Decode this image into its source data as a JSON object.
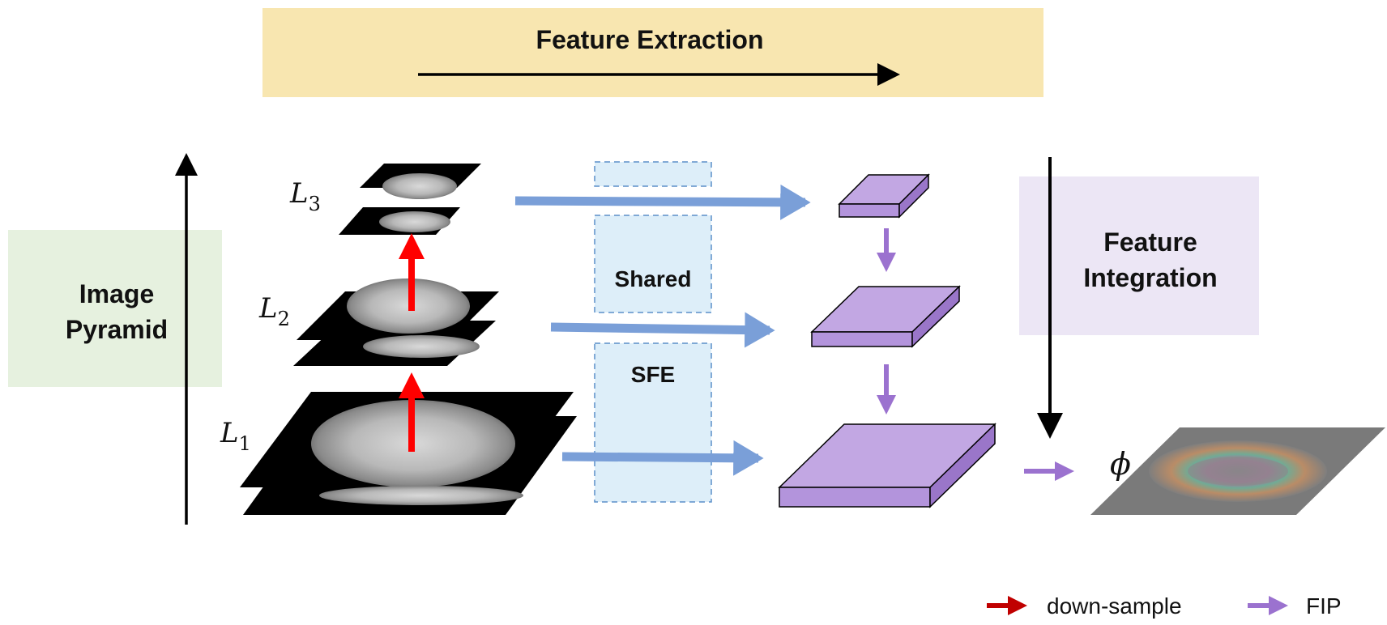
{
  "title_banner": {
    "text": "Feature Extraction"
  },
  "image_pyramid": {
    "line1": "Image",
    "line2": "Pyramid"
  },
  "levels": [
    {
      "base": "L",
      "sub": "3"
    },
    {
      "base": "L",
      "sub": "2"
    },
    {
      "base": "L",
      "sub": "1"
    }
  ],
  "sfe_block": {
    "top_label": "Shared",
    "bottom_label": "SFE"
  },
  "feature_integration": {
    "line1": "Feature",
    "line2": "Integration"
  },
  "output_symbol": "ϕ",
  "legend": [
    {
      "label": "down-sample",
      "color": "#c00000"
    },
    {
      "label": "FIP",
      "color": "#9b72cf"
    }
  ],
  "colors": {
    "banner_fill": "#f8e6b0",
    "pyramid_fill": "#e6f1df",
    "integration_fill": "#ece6f5",
    "sfe_fill": "#ddeef9",
    "sfe_border": "#5b8fc9",
    "flow_arrow": "#7a9fd8",
    "feature_top": "#c2a7e3",
    "feature_front": "#b394dc",
    "feature_side": "#9a76c9",
    "downsample_arrow": "#ff0000"
  }
}
